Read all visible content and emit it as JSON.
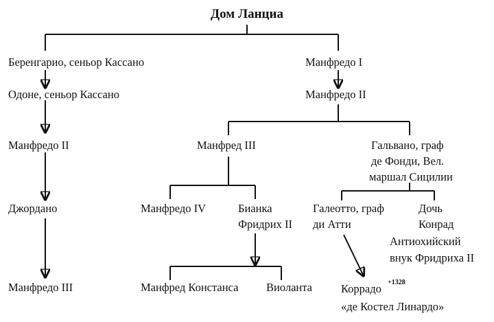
{
  "title": "Дом Ланциа",
  "nodes": {
    "berengario": "Беренгарио, сеньор Кассано",
    "manfredo1": "Манфредо I",
    "odone": "Одоне, сеньор Кассано",
    "manfredo2_right": "Манфредо II",
    "manfredo2_left": "Манфредо II",
    "manfred3": "Манфред III",
    "galvano_l1": "Гальвано, граф",
    "galvano_l2": "де Фонди, Вел.",
    "galvano_l3": "маршал Сицилии",
    "giordano": "Джордано",
    "manfredo4": "Манфредо IV",
    "bianca_l1": "Бианка",
    "bianca_l2": "Фридрих II",
    "galeotto_l1": "Галеотто, граф",
    "galeotto_l2": "ди Атти",
    "daughter_l1": "Дочь",
    "daughter_l2": "Конрад",
    "daughter_l3": "Антиохийский",
    "daughter_l4": "внук Фридриха II",
    "manfredo3_left": "Манфредо III",
    "manfred_constance": "Манфред Констанса",
    "violanta": "Виоланта",
    "corrado": "Коррадо",
    "corrado_sup": "+1328",
    "corrado_l2": "«де Костел Линардо»"
  }
}
